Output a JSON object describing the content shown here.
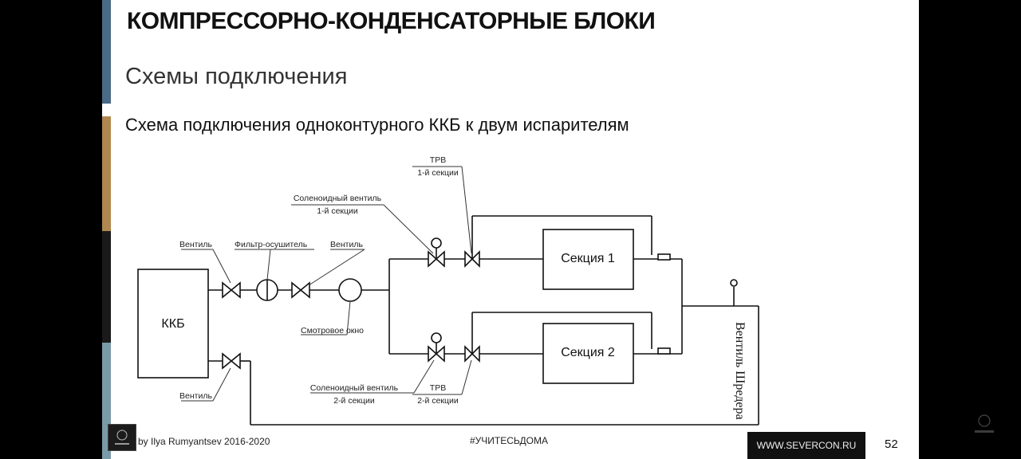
{
  "slide": {
    "title": "КОМПРЕССОРНО-КОНДЕНСАТОРНЫЕ БЛОКИ",
    "subtitle": "Схемы подключения",
    "scheme_title": "Схема подключения одноконтурного ККБ к двум испарителям"
  },
  "colors": {
    "stripe": [
      "#4a6a86",
      "#ffffff",
      "#b08850",
      "#1a1a1a",
      "#0a0a0a",
      "#7a9aa8"
    ],
    "line": "#111111"
  },
  "diagram": {
    "kkb_label": "ККБ",
    "section1_label": "Секция 1",
    "section2_label": "Секция 2",
    "labels": {
      "valve_top": "Вентиль",
      "filter_drier": "Фильтр-осушитель",
      "valve_mid": "Вентиль",
      "sight_glass": "Смотровое окно",
      "valve_bottom": "Вентиль",
      "solenoid1_line1": "Соленоидный вентиль",
      "solenoid1_line2": "1-й секции",
      "trv1_line1": "ТРВ",
      "trv1_line2": "1-й секции",
      "solenoid2_line1": "Соленоидный вентиль",
      "solenoid2_line2": "2-й секции",
      "trv2_line1": "ТРВ",
      "trv2_line2": "2-й секции",
      "schrader": "Вентиль Шредера"
    }
  },
  "footer": {
    "author": "by Ilya Rumyantsev  2016-2020",
    "hashtag": "#УЧИТЕСЬДОМА",
    "website": "WWW.SEVERCON.RU",
    "page": "52"
  }
}
